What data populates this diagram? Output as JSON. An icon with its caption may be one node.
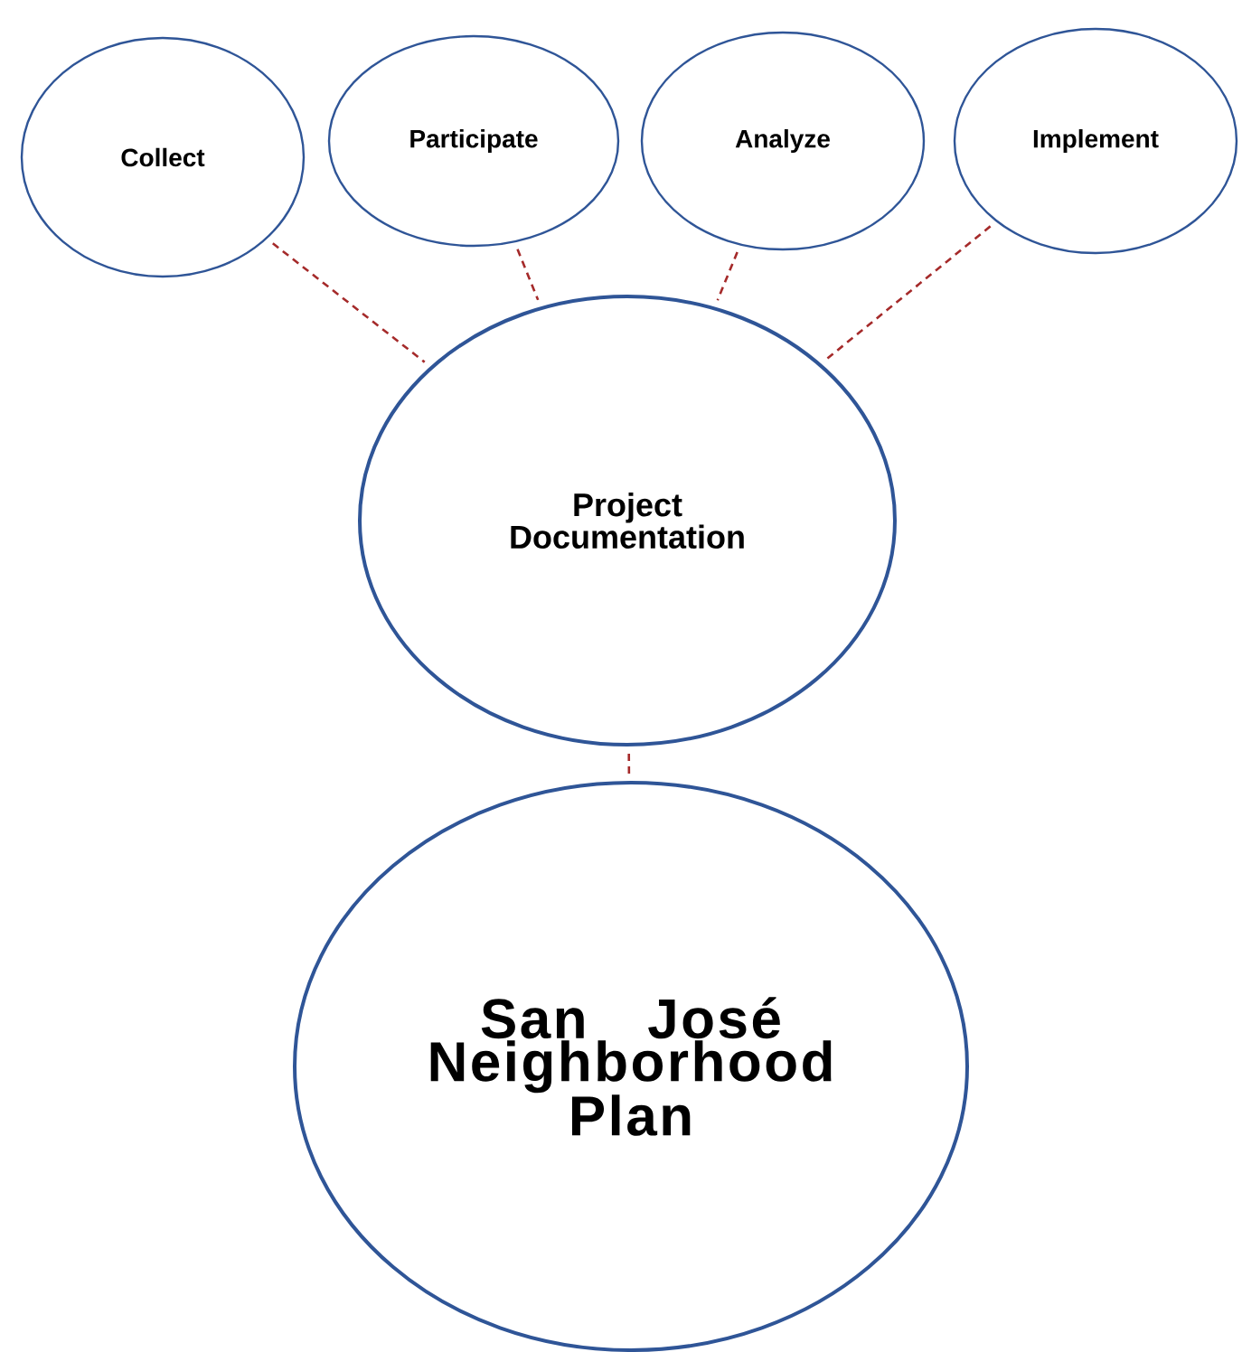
{
  "diagram": {
    "nodes": [
      {
        "text": [
          "Collect"
        ]
      },
      {
        "text": [
          "Participate"
        ]
      },
      {
        "text": [
          "Analyze"
        ]
      },
      {
        "text": [
          "Implement"
        ]
      },
      {
        "text": [
          "Project Documentation"
        ]
      },
      {
        "text": [
          "San José Neighborhood Plan"
        ]
      }
    ],
    "edges": [
      {
        "from": 0,
        "to": 4,
        "arrow": "none",
        "style": "dashed"
      },
      {
        "from": 1,
        "to": 4,
        "arrow": "none",
        "style": "dashed"
      },
      {
        "from": 2,
        "to": 4,
        "arrow": "none",
        "style": "dashed"
      },
      {
        "from": 3,
        "to": 4,
        "arrow": "none",
        "style": "dashed"
      },
      {
        "from": 4,
        "to": 5,
        "arrow": "none",
        "style": "dashed"
      }
    ]
  }
}
